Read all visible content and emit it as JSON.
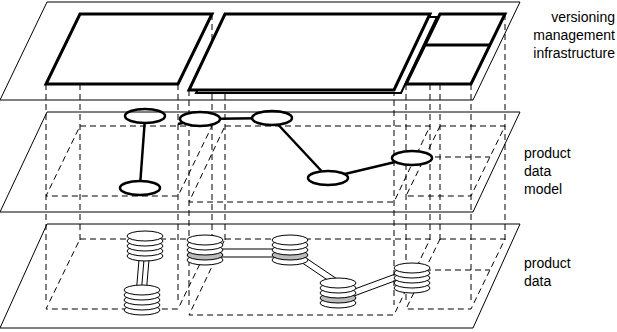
{
  "diagram": {
    "nodes": [
      {
        "text": [
          "versioning management infrastructure"
        ]
      },
      {
        "text": [
          "product data model"
        ]
      },
      {
        "text": [
          "product data"
        ]
      }
    ]
  }
}
